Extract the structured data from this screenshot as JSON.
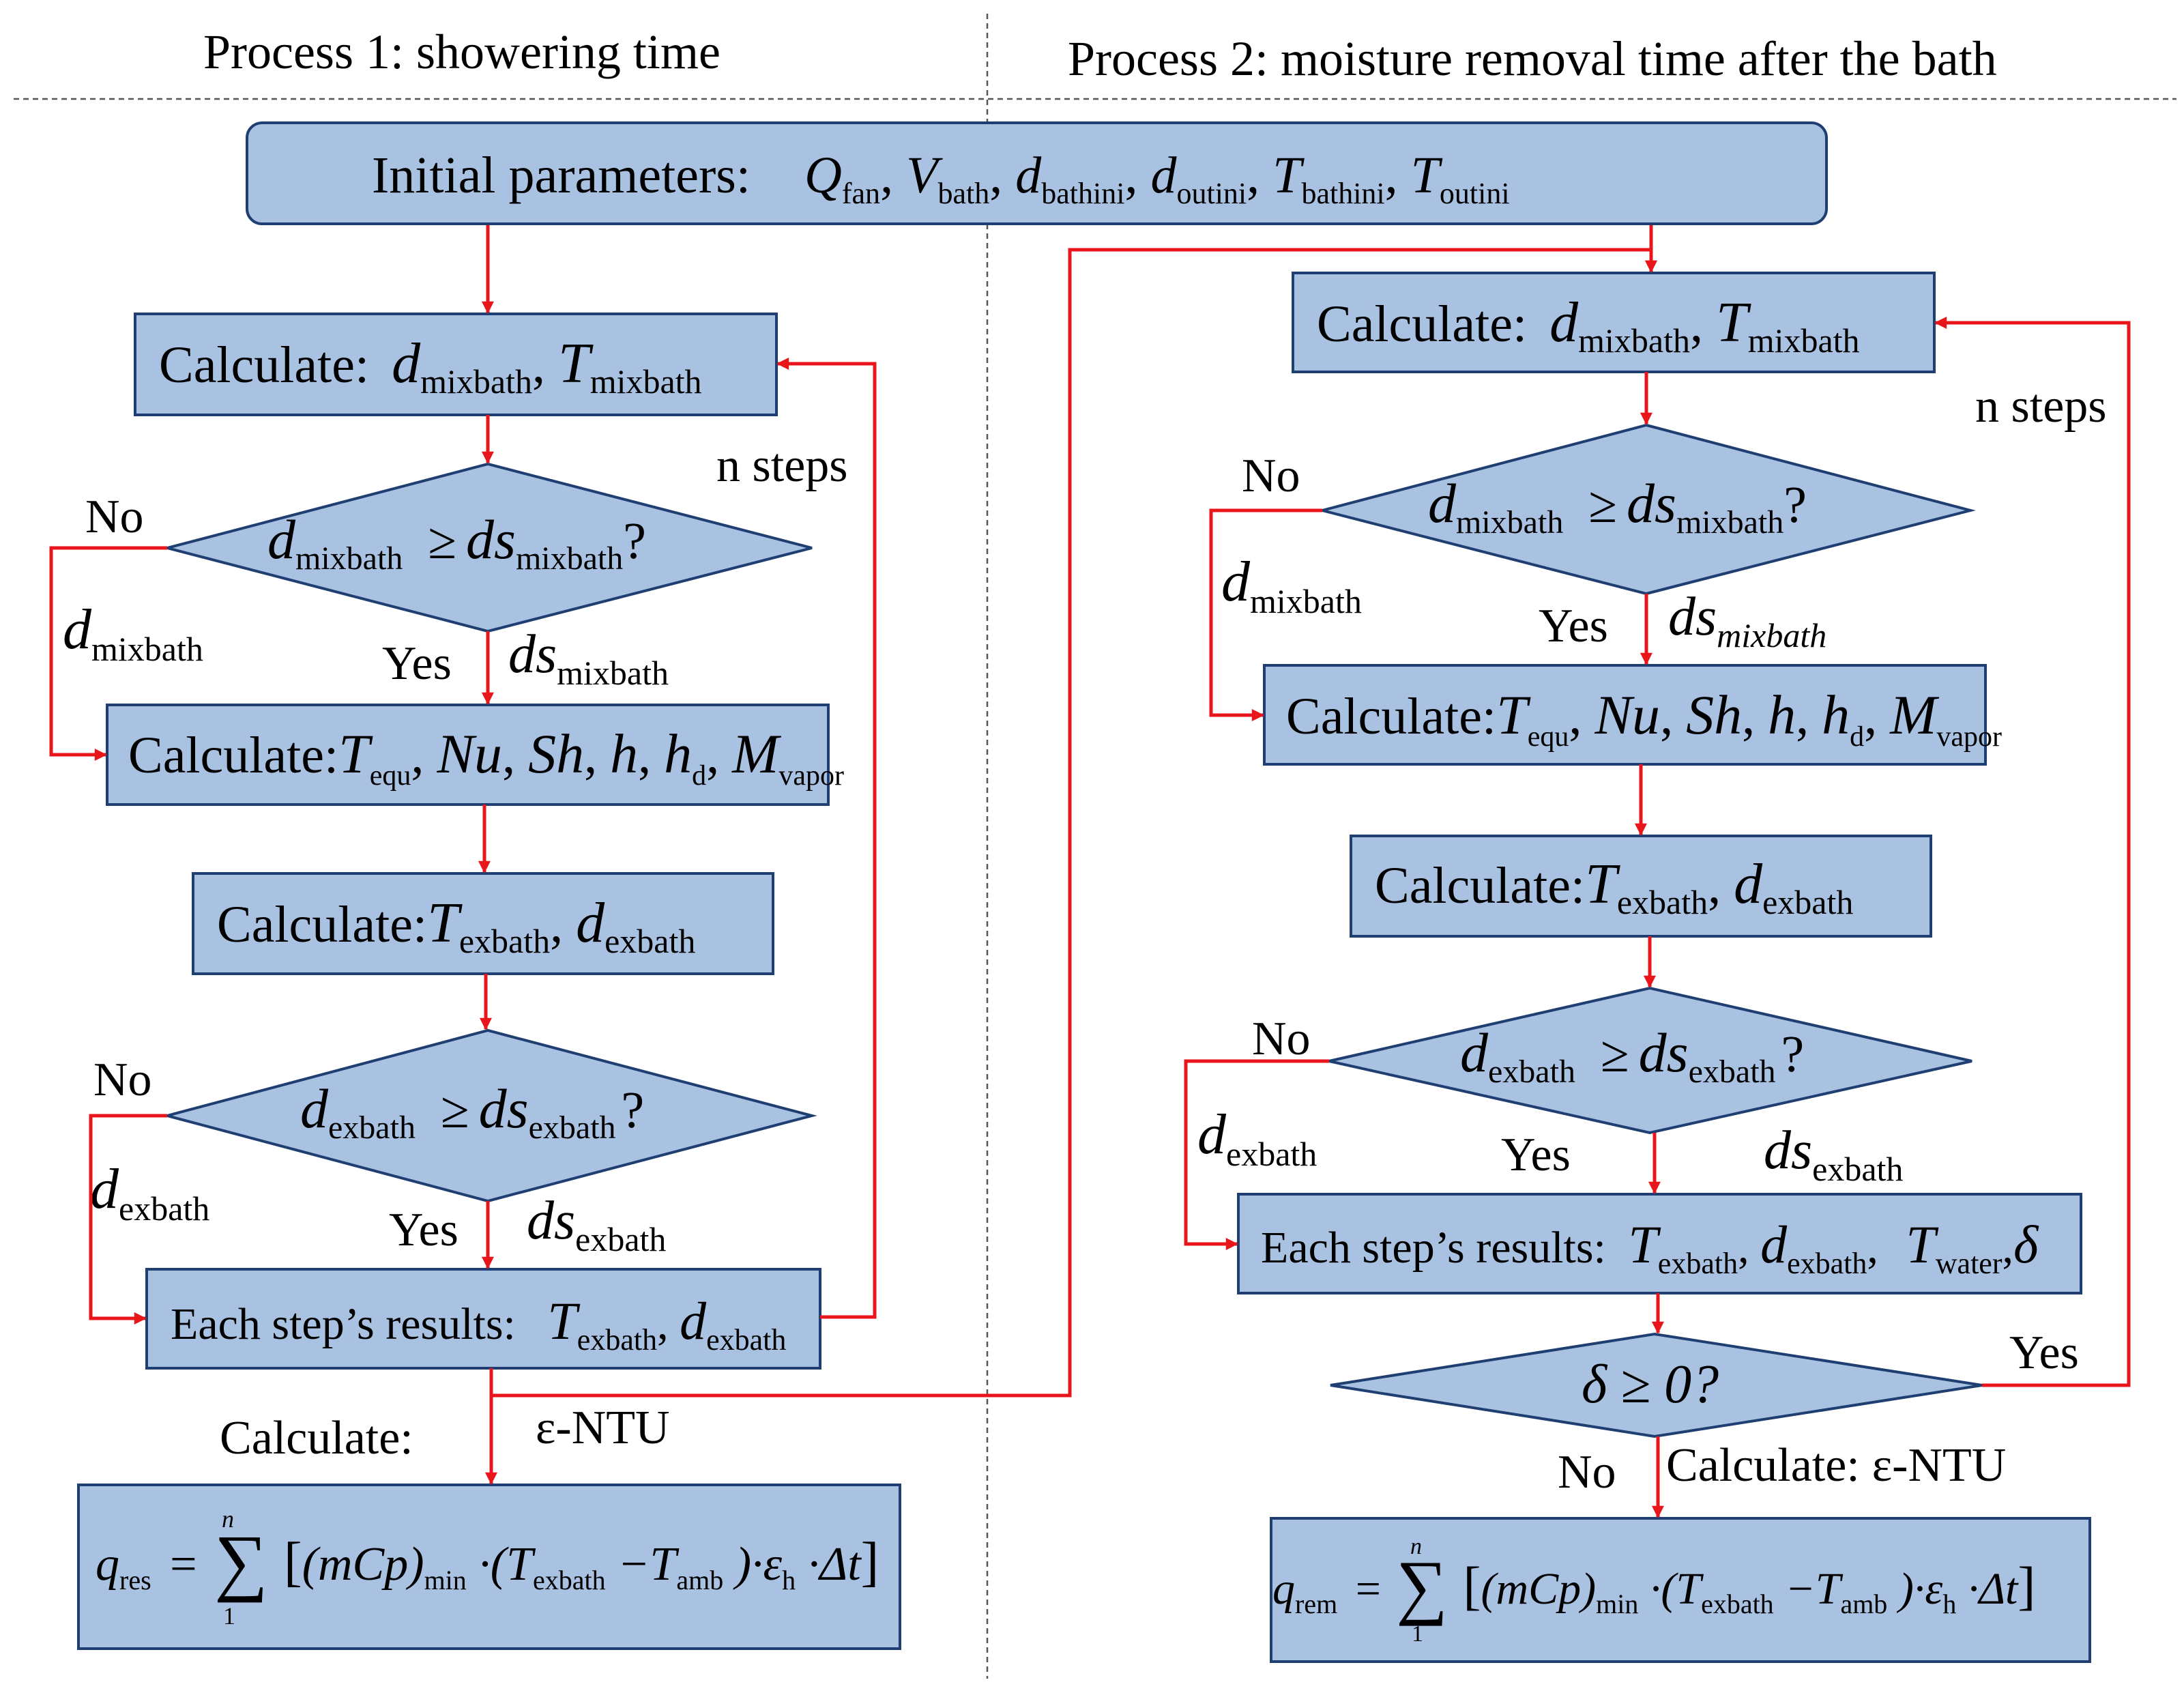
{
  "header": {
    "process1": "Process 1:  showering time",
    "process2": "Process 2:  moisture removal time after the bath"
  },
  "init": {
    "label": "Initial parameters:",
    "vars": [
      {
        "sym": "Q",
        "sub": "fan"
      },
      {
        "sym": "V",
        "sub": "bath"
      },
      {
        "sym": "d",
        "sub": "bathini"
      },
      {
        "sym": "d",
        "sub": "outini"
      },
      {
        "sym": "T",
        "sub": "bathini"
      },
      {
        "sym": "T",
        "sub": "outini"
      }
    ]
  },
  "common": {
    "calculate": "Calculate:",
    "calculate_nospace": "Calculate:",
    "each_step": "Each step’s results:",
    "yes": "Yes",
    "no": "No",
    "n_steps": "n steps",
    "eps_ntu": "ε-NTU",
    "question": "?",
    "geq": "≥",
    "comma": ",",
    "d": "d",
    "ds": "ds",
    "T": "T"
  },
  "subs": {
    "mixbath": "mixbath",
    "exbath": "exbath",
    "equ": "equ",
    "vapor": "vapor",
    "water": "water",
    "amb": "amb",
    "min": "min",
    "res": "res",
    "rem": "rem",
    "h": "h",
    "d": "d"
  },
  "calc_vars": {
    "nu": "Nu",
    "sh": "Sh",
    "h": "h",
    "M": "M"
  },
  "delta_test": "δ ≥ 0?",
  "delta": "δ",
  "formula": {
    "q": "q",
    "eq": "=",
    "sum": "∑",
    "upper": "n",
    "lower": "1",
    "body": "(mCp)",
    "open": "·(T",
    "minus": "−T",
    "close": ")·ε",
    "dt": "·Δt"
  }
}
